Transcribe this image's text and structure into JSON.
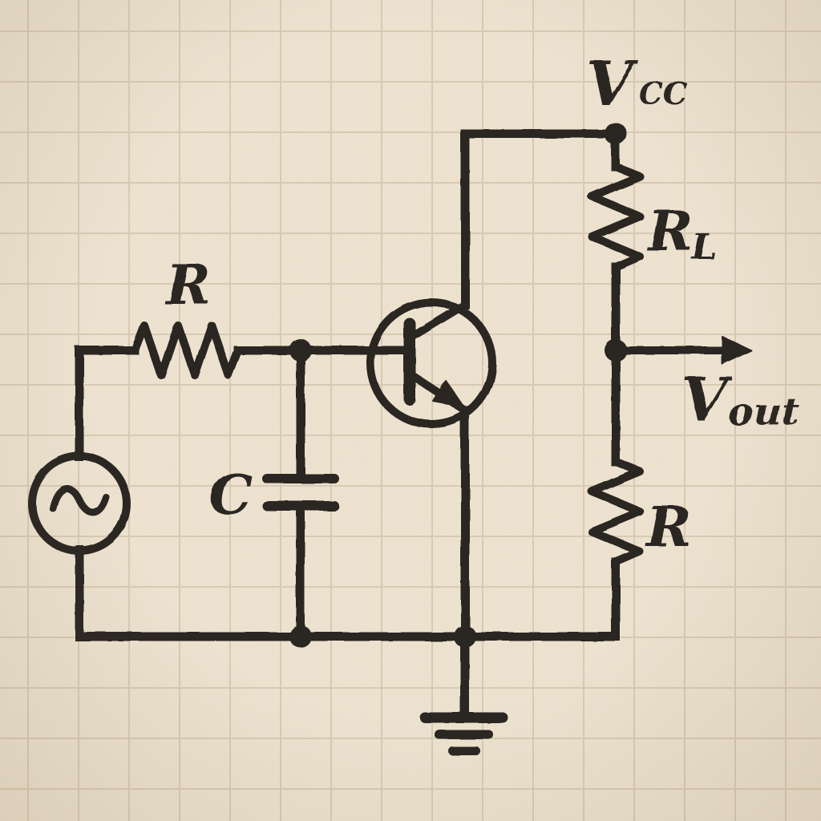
{
  "colors": {
    "ink": "#2b2620",
    "background": "#ede3d0",
    "grid": "#d9cab3"
  },
  "labels": {
    "input_resistor": "R",
    "capacitor": "C",
    "supply_voltage": {
      "base": "V",
      "sub": "CC"
    },
    "load_resistor": {
      "base": "R",
      "sub": "L"
    },
    "output_voltage": {
      "base": "V",
      "sub": "out"
    },
    "emitter_resistor": "R"
  },
  "components": [
    {
      "name": "ac-voltage-source",
      "type": "ac-source"
    },
    {
      "name": "input-resistor",
      "type": "resistor",
      "label": "R"
    },
    {
      "name": "capacitor",
      "type": "capacitor",
      "label": "C"
    },
    {
      "name": "npn-transistor",
      "type": "bjt-npn"
    },
    {
      "name": "load-resistor",
      "type": "resistor",
      "label": "RL"
    },
    {
      "name": "emitter-resistor",
      "type": "resistor",
      "label": "R"
    },
    {
      "name": "ground",
      "type": "earth-ground"
    },
    {
      "name": "output-arrow",
      "type": "signal-output",
      "label": "Vout"
    },
    {
      "name": "supply-node",
      "type": "power-node",
      "label": "VCC"
    }
  ]
}
